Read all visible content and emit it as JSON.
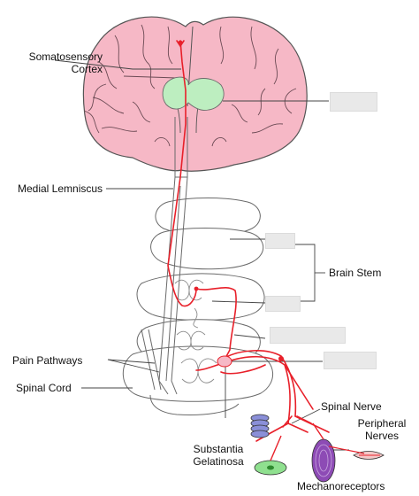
{
  "labels": {
    "somatosensory_line1": "Somatosensory",
    "somatosensory_line2": "Cortex",
    "medial_lemniscus": "Medial Lemniscus",
    "brain_stem": "Brain Stem",
    "pain_pathways": "Pain Pathways",
    "spinal_cord": "Spinal Cord",
    "spinal_nerve": "Spinal Nerve",
    "peripheral_line1": "Peripheral",
    "peripheral_line2": "Nerves",
    "substantia_line1": "Substantia",
    "substantia_line2": "Gelatinosa",
    "mechanoreceptors": "Mechanoreceptors"
  },
  "colors": {
    "brain_fill": "#f6b8c6",
    "thalamus_fill": "#bdeec0",
    "pathway": "#e8202a",
    "outline": "#555555",
    "receptor_blue": "#8a8fd8",
    "receptor_purple": "#8d4bb5",
    "receptor_green": "#8fe08f"
  }
}
